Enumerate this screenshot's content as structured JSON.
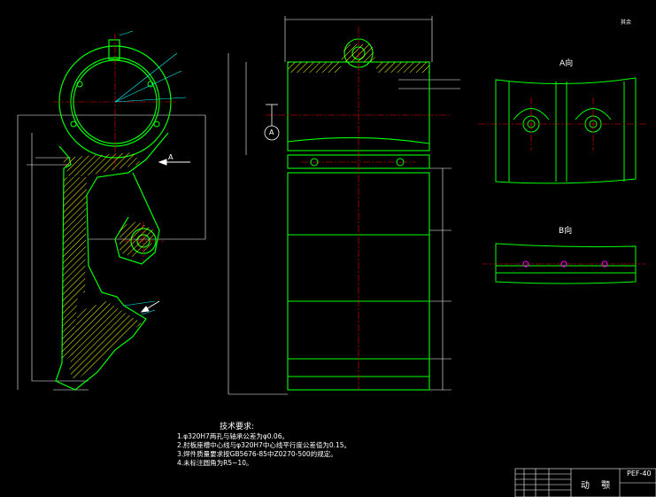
{
  "view_labels": {
    "a_view": "A向",
    "b_view": "B向",
    "section_marker": "A",
    "arrow_a": "A"
  },
  "notes": {
    "title": "技术要求:",
    "items": [
      "1.φ320H7两孔与轴承公差为φ0.06。",
      "2.肘板座槽中心线与φ320H7中心线平行度公差值为0.15。",
      "3.焊件质量要求按GB5676-85中Z0270-500的规定。",
      "4.未标注圆角为R5~10。"
    ]
  },
  "title_block": {
    "part_name": "动 颚",
    "drawing_code": "PEF-40"
  },
  "corner_symbol": "其余",
  "colors": {
    "outline": "#00ff00",
    "center": "#ff0000",
    "dim": "#ffffff",
    "hatch": "#ffff00",
    "pen_b": "#00ffff",
    "accent": "#ff00ff"
  }
}
